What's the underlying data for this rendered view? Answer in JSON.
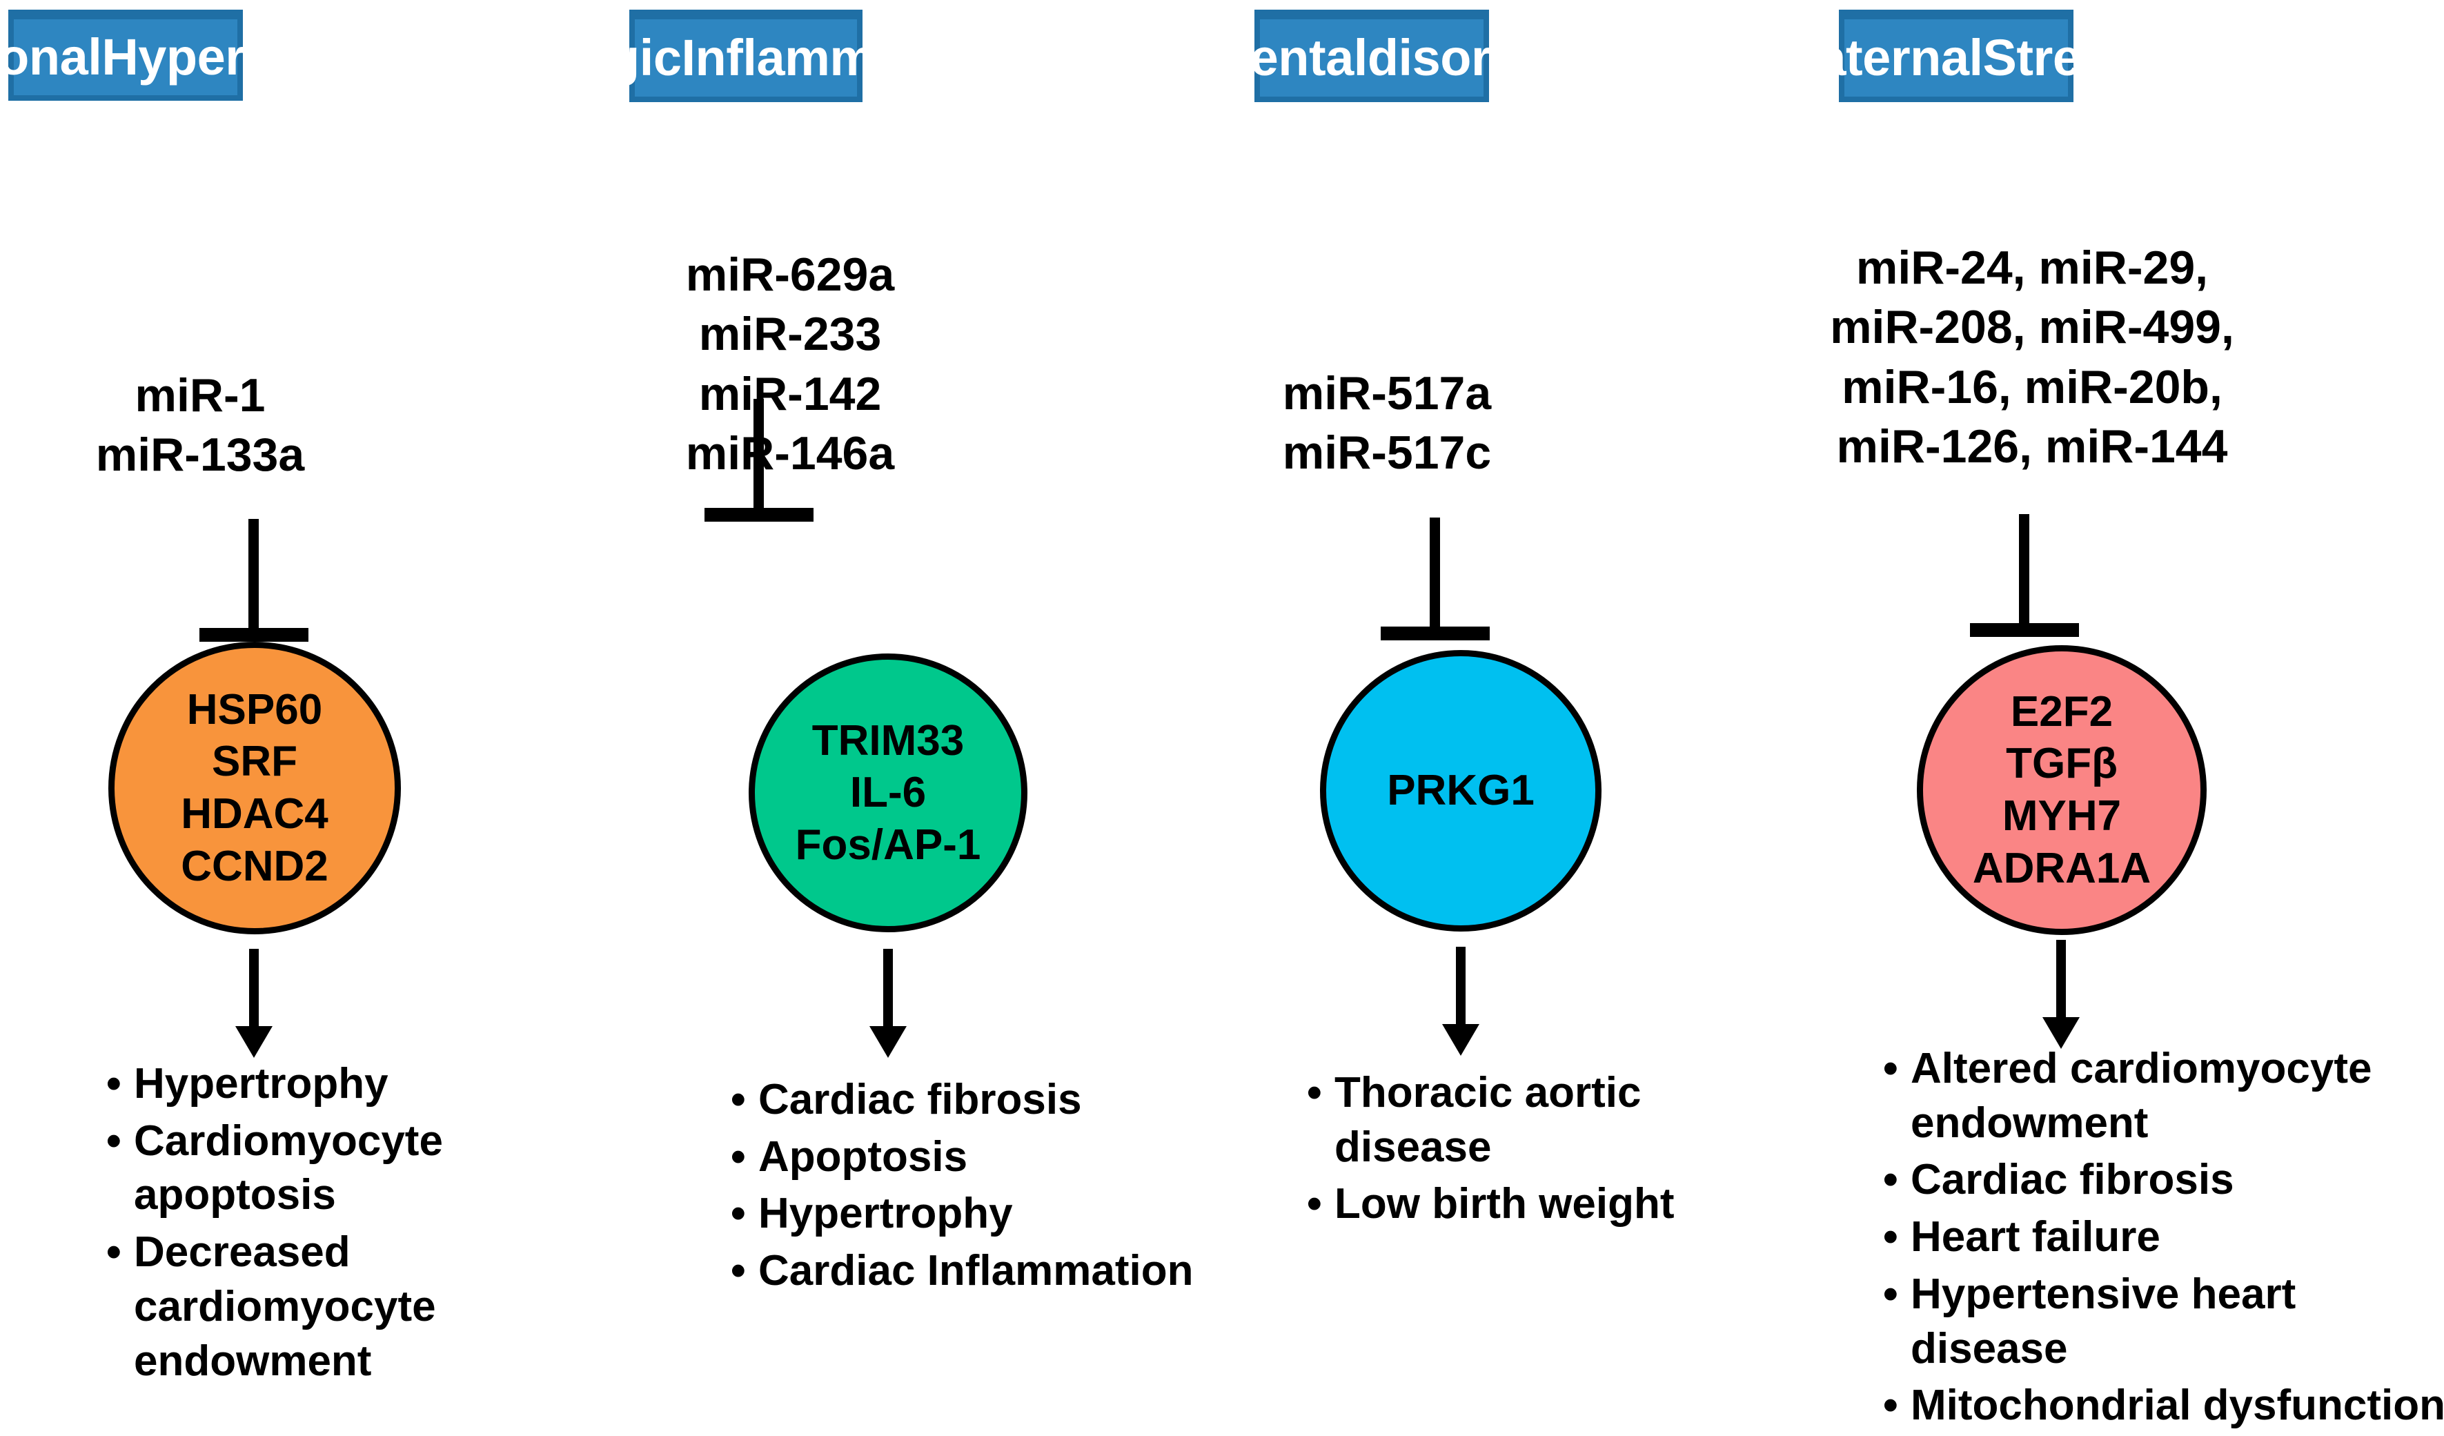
{
  "diagram": {
    "colors": {
      "header_fill": "#2E86C1",
      "header_border": "#1F6FA5",
      "header_text": "#FFFFFF",
      "circle_orange": "#F8943C",
      "circle_green": "#00C88C",
      "circle_cyan": "#00C0F0",
      "circle_pink": "#FA8585",
      "stroke": "#000000",
      "background": "#FFFFFF"
    },
    "columns": [
      {
        "header": "Gestational Hypertension",
        "header_lines": [
          "Gestational",
          "Hypertension"
        ],
        "mirnas": [
          "miR-1",
          "miR-133a"
        ],
        "relation": "inhibition",
        "target": {
          "fill": "#F8943C",
          "genes": [
            "HSP60",
            "SRF",
            "HDAC4",
            "CCND2"
          ]
        },
        "effect": "leads-to",
        "outcomes": [
          "Hypertrophy",
          "Cardiomyocyte apoptosis",
          "Decreased cardiomyocyte endowment"
        ]
      },
      {
        "header": "Allergic Inflammation",
        "header_lines": [
          "Allergic",
          "Inflammation"
        ],
        "mirnas": [
          "miR-629a",
          "miR-233",
          "miR-142",
          "miR-146a"
        ],
        "relation": "inhibition",
        "target": {
          "fill": "#00C88C",
          "genes": [
            "TRIM33",
            "IL-6",
            "Fos/AP-1"
          ]
        },
        "effect": "leads-to",
        "outcomes": [
          "Cardiac fibrosis",
          "Apoptosis",
          "Hypertrophy",
          "Cardiac Inflammation"
        ]
      },
      {
        "header": "Placental disorders",
        "header_lines": [
          "Placental",
          "disorders"
        ],
        "mirnas": [
          "miR-517a",
          "miR-517c"
        ],
        "relation": "inhibition",
        "target": {
          "fill": "#00C0F0",
          "genes": [
            "PRKG1"
          ]
        },
        "effect": "leads-to",
        "outcomes": [
          "Thoracic aortic disease",
          "Low birth weight"
        ]
      },
      {
        "header": "Maternal Stress",
        "header_lines": [
          "Maternal",
          "Stress"
        ],
        "mirnas": [
          "miR-24, miR-29,",
          "miR-208, miR-499,",
          "miR-16, miR-20b,",
          "miR-126, miR-144"
        ],
        "relation": "inhibition",
        "target": {
          "fill": "#FA8585",
          "genes": [
            "E2F2",
            "TGFβ",
            "MYH7",
            "ADRA1A"
          ]
        },
        "effect": "leads-to",
        "outcomes": [
          "Altered cardiomyocyte endowment",
          "Cardiac fibrosis",
          "Heart failure",
          "Hypertensive heart disease",
          "Mitochondrial dysfunction"
        ]
      }
    ]
  }
}
